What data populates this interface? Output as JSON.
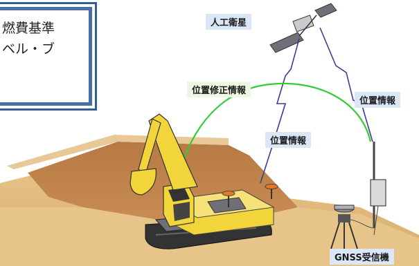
{
  "description_card": {
    "text_line1": "燃費基準",
    "text_line2": "ベル・ブ"
  },
  "labels": {
    "satellite": "人工衛星",
    "correction_info": "位置修正情報",
    "position_info_right": "位置情報",
    "position_info_center": "位置情報",
    "gnss_receiver": "GNSS受信機"
  },
  "colors": {
    "card_border": "#355c95",
    "signal_line": "#3a3a9a",
    "correction_arc": "#33cc33",
    "label_bg": "#dbe6f7",
    "excavator_body": "#f2d43b",
    "earth": "#c8925a"
  }
}
